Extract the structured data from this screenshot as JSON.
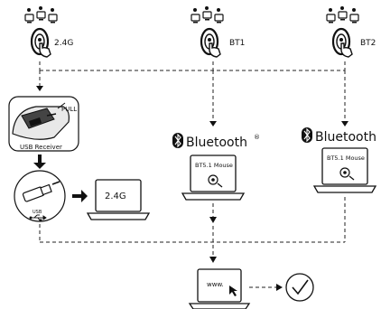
{
  "modes": {
    "m1_label": "2.4G",
    "m2_label": "BT1",
    "m3_label": "BT2"
  },
  "receiver": {
    "pull": "PULL",
    "usb_receiver": "USB Receiver",
    "usb": "USB",
    "screen_text": "2.4G"
  },
  "bluetooth": {
    "word": "Bluetooth",
    "reg": "®",
    "screen_text": "BT5.1 Mouse"
  },
  "final": {
    "browser_text": "www."
  },
  "colors": {
    "ink": "#111111",
    "line": "#222222"
  }
}
